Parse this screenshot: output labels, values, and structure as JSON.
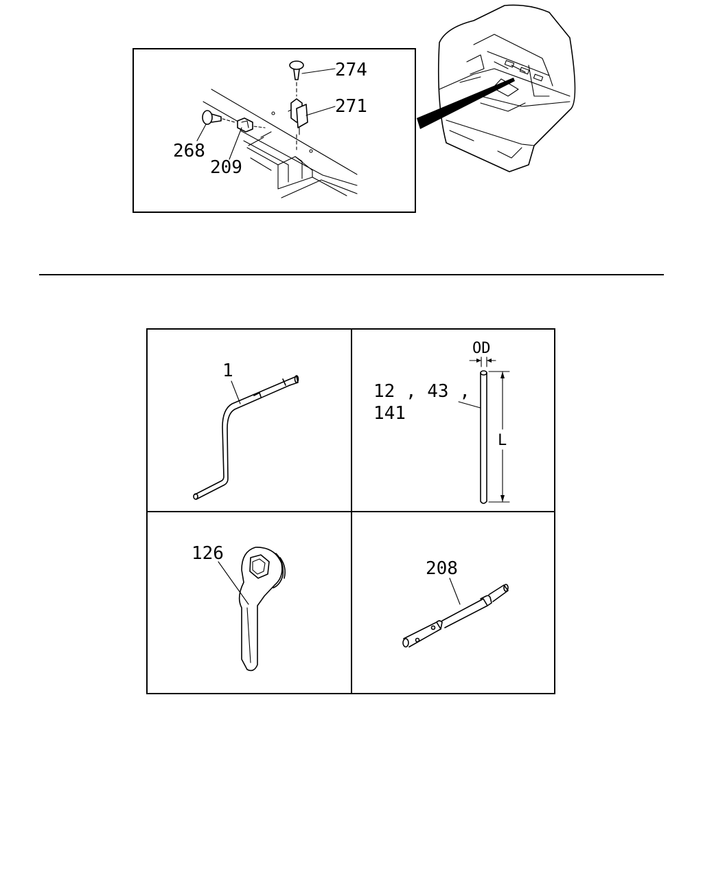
{
  "callouts": {
    "p274": "274",
    "p271": "271",
    "p268": "268",
    "p209": "209",
    "p1": "1",
    "p12_line1": "12 , 43 ,",
    "p12_line2": "141",
    "od": "OD",
    "len": "L",
    "p126": "126",
    "p208": "208"
  }
}
